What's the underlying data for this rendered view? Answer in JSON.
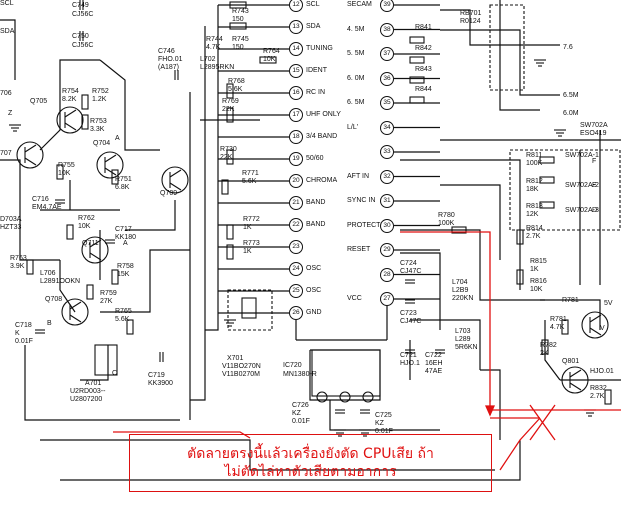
{
  "colors": {
    "ink": "#111111",
    "annotation": "#e01010"
  },
  "ic_pins_left": [
    {
      "num": "12",
      "label": "SCL"
    },
    {
      "num": "13",
      "label": "SDA"
    },
    {
      "num": "14",
      "label": "TUNING"
    },
    {
      "num": "15",
      "label": "IDENT"
    },
    {
      "num": "16",
      "label": "RC IN"
    },
    {
      "num": "17",
      "label": "UHF ONLY"
    },
    {
      "num": "18",
      "label": "3/4 BAND"
    },
    {
      "num": "19",
      "label": "50/60"
    },
    {
      "num": "20",
      "label": "CHROMA"
    },
    {
      "num": "21",
      "label": "BAND"
    },
    {
      "num": "22",
      "label": "BAND"
    },
    {
      "num": "23",
      "label": ""
    },
    {
      "num": "24",
      "label": "OSC"
    },
    {
      "num": "25",
      "label": "OSC"
    },
    {
      "num": "26",
      "label": "GND"
    }
  ],
  "ic_pins_right": [
    {
      "num": "39",
      "label": "SECAM"
    },
    {
      "num": "38",
      "label": "4. 5M"
    },
    {
      "num": "37",
      "label": "5. 5M"
    },
    {
      "num": "36",
      "label": "6. 0M"
    },
    {
      "num": "35",
      "label": "6. 5M"
    },
    {
      "num": "34",
      "label": "L/L'"
    },
    {
      "num": "33",
      "label": ""
    },
    {
      "num": "32",
      "label": "AFT IN"
    },
    {
      "num": "31",
      "label": "SYNC IN"
    },
    {
      "num": "30",
      "label": "PROTECT"
    },
    {
      "num": "29",
      "label": "RESET"
    },
    {
      "num": "28",
      "label": ""
    },
    {
      "num": "27",
      "label": "VCC"
    }
  ],
  "ic720": {
    "ref": "IC720",
    "part": "MN1380-R"
  },
  "components": [
    "C749",
    "CJ56C",
    "C750",
    "CJ56C",
    "R743",
    "150",
    "R744",
    "4.7K",
    "R745",
    "150",
    "L702",
    "L2895RKN",
    "R764",
    "10K",
    "C746",
    "FHO.01",
    "(A187)",
    "R768",
    "5.6K",
    "R769",
    "22K",
    "R754",
    "8.2K",
    "R752",
    "1.2K",
    "Q705",
    "R753",
    "3.3K",
    "Q704",
    "R755",
    "10K",
    "R751",
    "6.8K",
    "Q709",
    "R730",
    "22K",
    "R771",
    "5.6K",
    "C716",
    "EM4.7AE",
    "D703A",
    "HZT33",
    "R762",
    "10K",
    "C717",
    "KK180",
    "Q711",
    "R763",
    "3.9K",
    "L706",
    "L2891OOKN",
    "R758",
    "15K",
    "R759",
    "27K",
    "Q708",
    "R765",
    "5.6K",
    "C718",
    "K",
    "0.01F",
    "R772",
    "1K",
    "R773",
    "1K",
    "C719",
    "KK3900",
    "A701",
    "U2RD003--",
    "U2807200",
    "X701",
    "V11BO270N",
    "V11B0270M",
    "C726",
    "KZ",
    "0.01F",
    "C725",
    "KZ",
    "0.01F",
    "R841",
    "R842",
    "R843",
    "R844",
    "RB701",
    "R0124",
    "C724",
    "CJ47C",
    "L704",
    "L2B9",
    "220KN",
    "C723",
    "CJ47C",
    "C721",
    "HJO.1",
    "C722",
    "16EH",
    "47AE",
    "L703",
    "L289",
    "5R6KN",
    "R780",
    "100K",
    "SW702A",
    "ESO419",
    "R811",
    "100K",
    "SW702A-1",
    "R812",
    "18K",
    "SW702A-2",
    "R813",
    "12K",
    "SW702A-3",
    "R814",
    "2.7K",
    "R815",
    "1K",
    "R816",
    "10K",
    "R781",
    "4.7K",
    "R782",
    "2K",
    "Q781",
    "Q801",
    "R832",
    "2.7K",
    "HJO.01",
    "7.6",
    "6.5M",
    "6.0M",
    "SCL",
    "SDA",
    "2",
    "3",
    "1",
    "706",
    "707",
    "4",
    "L",
    "F",
    "E",
    "D",
    "A",
    "Z",
    "B",
    "C",
    "V",
    "5",
    "5V"
  ],
  "annotation_lines": [
    "ตัดลายตรงนี้แล้วเครื่องยังตัด CPUเสีย ถ้า",
    "ไม่ตัดไล่หาตัวเสียตามอาการ"
  ]
}
